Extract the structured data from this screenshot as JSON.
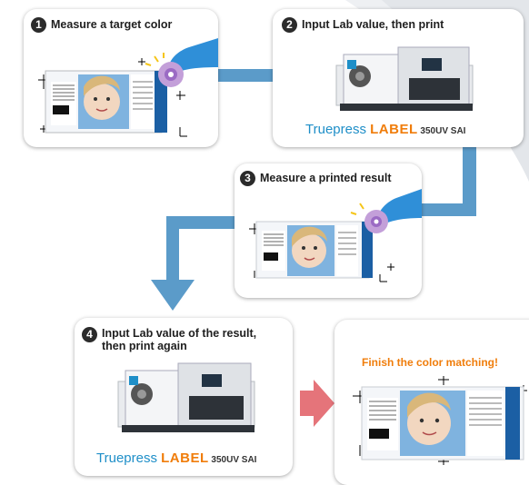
{
  "steps": [
    {
      "number": "1",
      "title": "Measure a target color"
    },
    {
      "number": "2",
      "title": "Input Lab value, then print"
    },
    {
      "number": "3",
      "title": "Measure a printed result"
    },
    {
      "number": "4",
      "title_line1": "Input Lab value of the result,",
      "title_line2": "then print again"
    }
  ],
  "brand": {
    "name_part1": "Truepress ",
    "name_part2": "LABEL",
    "model": " 350UV SAI"
  },
  "finish_text": "Finish the color matching!",
  "colors": {
    "connector_blue": "#5b9bc9",
    "arrow_pink": "#e5747a",
    "brand_blue": "#1f8fc8",
    "brand_orange": "#f07d0b"
  },
  "icons": [
    "hand-pointer-icon",
    "spectrophotometer-icon",
    "printer-icon",
    "label-sample-icon"
  ]
}
